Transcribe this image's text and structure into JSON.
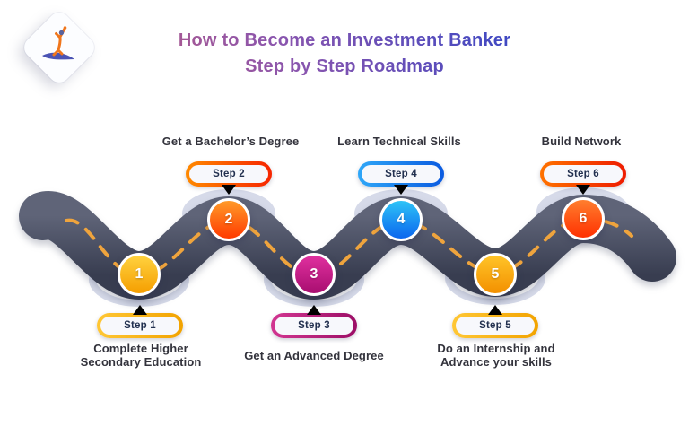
{
  "header": {
    "logo_name": "leaping-figure-logo",
    "title_line1": "How to Become an Investment Banker",
    "title_line2": "Step by Step Roadmap"
  },
  "roadmap": {
    "steps": [
      {
        "number": "1",
        "badge_label": "Step 1",
        "label_lines": [
          "Complete Higher",
          "Secondary Education"
        ],
        "position": "bottom",
        "accent": "#f5a300"
      },
      {
        "number": "2",
        "badge_label": "Step 2",
        "label_lines": [
          "Get a Bachelor’s Degree"
        ],
        "position": "top",
        "accent": "#ff4500"
      },
      {
        "number": "3",
        "badge_label": "Step 3",
        "label_lines": [
          "Get an Advanced Degree"
        ],
        "position": "bottom",
        "accent": "#c2147c"
      },
      {
        "number": "4",
        "badge_label": "Step 4",
        "label_lines": [
          "Learn Technical Skills"
        ],
        "position": "top",
        "accent": "#1374f0"
      },
      {
        "number": "5",
        "badge_label": "Step 5",
        "label_lines": [
          "Do an Internship and",
          "Advance your skills"
        ],
        "position": "bottom",
        "accent": "#f5a300"
      },
      {
        "number": "6",
        "badge_label": "Step 6",
        "label_lines": [
          "Build Network"
        ],
        "position": "top",
        "accent": "#ff3000"
      }
    ],
    "colors": {
      "road_top": "#5f6478",
      "road_bottom": "#383d50",
      "center_dash": "#efa43d",
      "shadow_ellipse": "#d6dae9",
      "badge_text": "#22304f",
      "label_text": "#33333c",
      "title_gradient_start": "#c95d73",
      "title_gradient_mid": "#8a55ae",
      "title_gradient_end": "#3647c5"
    }
  }
}
